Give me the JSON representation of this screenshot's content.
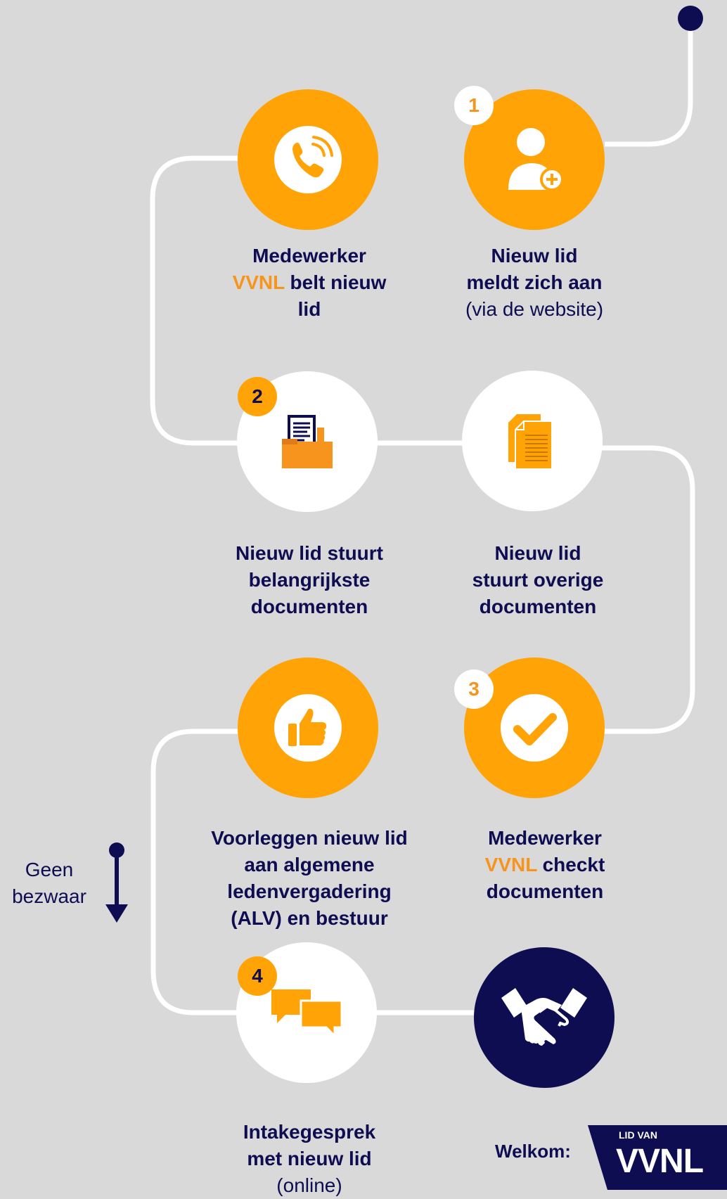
{
  "steps": [
    {
      "number": "1",
      "title": "Nieuw lid",
      "title2": "meldt zich aan",
      "subtitle": "(via de website)",
      "icon": "user-plus-icon"
    },
    {
      "line1": "Medewerker",
      "brand": "VVNL",
      "rest": " belt nieuw",
      "line3": "lid",
      "icon": "phone-icon"
    },
    {
      "number": "2",
      "lines": [
        "Nieuw lid stuurt",
        "belangrijkste",
        "documenten"
      ],
      "icon": "folder-documents-icon"
    },
    {
      "lines": [
        "Nieuw lid",
        "stuurt overige",
        "documenten"
      ],
      "icon": "stacked-documents-icon"
    },
    {
      "number": "3",
      "line1": "Medewerker",
      "brand": "VVNL",
      "rest": " checkt",
      "line3": "documenten",
      "icon": "checkmark-icon"
    },
    {
      "lines": [
        "Voorleggen nieuw lid",
        "aan algemene",
        "ledenvergadering",
        "(ALV) en bestuur"
      ],
      "icon": "thumbs-up-icon"
    },
    {
      "number": "4",
      "title": "Intakegesprek",
      "title2": "met nieuw lid",
      "subtitle": "(online)",
      "icon": "chat-bubbles-icon"
    },
    {
      "icon": "handshake-icon"
    }
  ],
  "side_note": {
    "line1": "Geen",
    "line2": "bezwaar"
  },
  "welcome": "Welkom:",
  "logo": {
    "top": "LID VAN",
    "brand": "VVNL"
  },
  "colors": {
    "orange": "#ffa306",
    "accent": "#f7941d",
    "navy": "#0f0d52",
    "white": "#ffffff",
    "background": "#d9d9d9"
  }
}
